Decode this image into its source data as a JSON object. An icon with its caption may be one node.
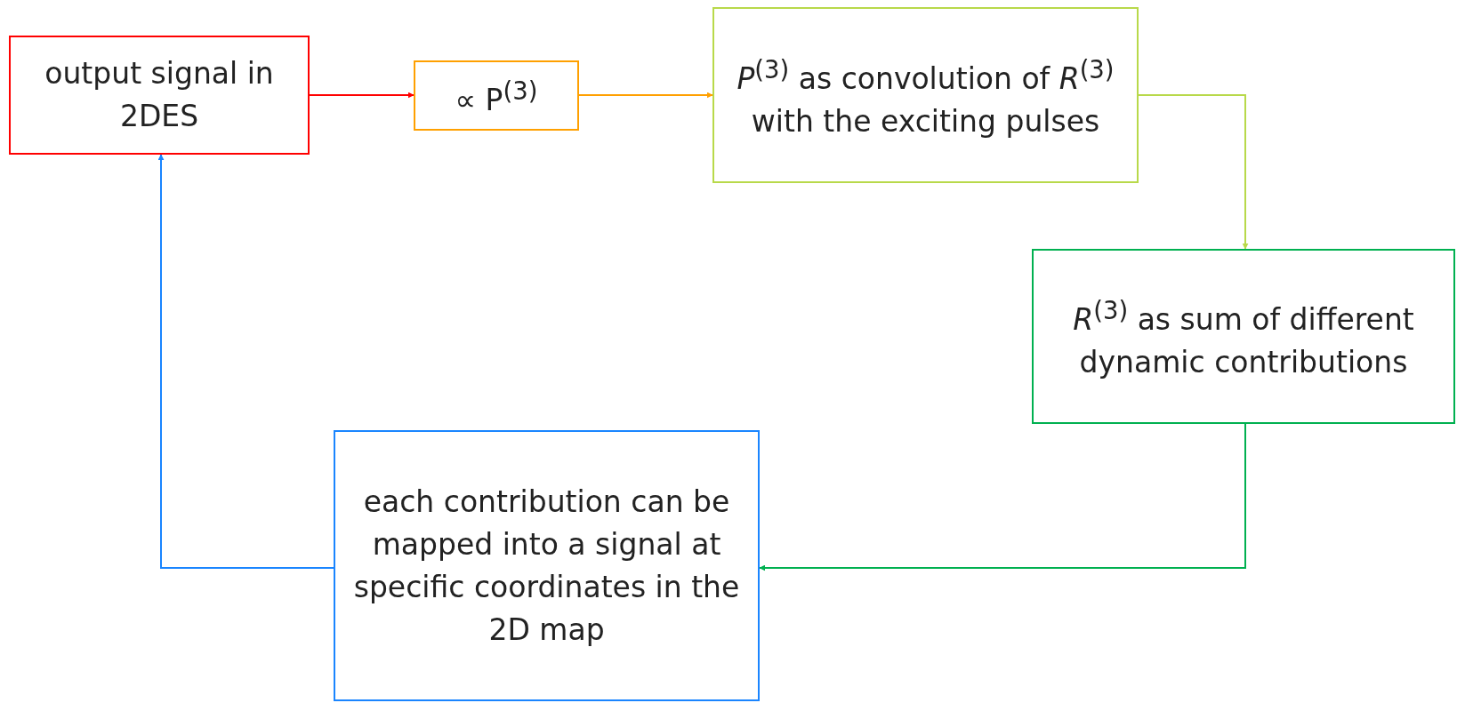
{
  "diagram": {
    "nodes": [
      {
        "text": [
          "output signal in 2DES"
        ]
      },
      {
        "text": [
          "∝ P$^{(3)}$"
        ]
      },
      {
        "text": [
          "*P*$^{(3)}$ as convolution of *R*$^{(3)}$ with the exciting pulses"
        ]
      },
      {
        "text": [
          "*R*$^{(3)}$ as sum of different dynamic contributions"
        ]
      },
      {
        "text": [
          "each contribution can be mapped into a signal at specific coordinates in the 2D map"
        ]
      }
    ],
    "edges": [
      {
        "from": 0,
        "to": 1,
        "arrow": "to",
        "color": "#ff0000"
      },
      {
        "from": 1,
        "to": 2,
        "arrow": "to",
        "color": "#ffa000"
      },
      {
        "from": 2,
        "to": 3,
        "arrow": "to",
        "color": "#b8d94a"
      },
      {
        "from": 3,
        "to": 4,
        "arrow": "to",
        "color": "#00b050"
      },
      {
        "from": 4,
        "to": 0,
        "arrow": "to",
        "color": "#1a85ff"
      }
    ]
  }
}
